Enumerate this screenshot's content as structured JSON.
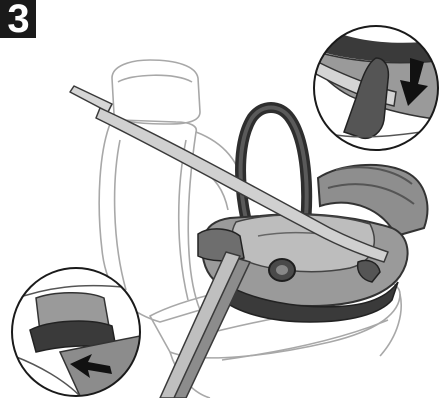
{
  "step": {
    "label": "3"
  },
  "colors": {
    "seat_outline": "#9a9a9a",
    "carrier_shell": "#8c8c8c",
    "carrier_dark": "#3a3a3a",
    "handle": "#333333",
    "belt": "#d4d4d4",
    "arrow": "#111111"
  },
  "icons": {
    "main": "infant-carrier-in-vehicle-seat",
    "detail_top": "belt-guide-hook-detail",
    "detail_bottom": "lap-belt-guide-detail",
    "arrow_top": "arrow-down-icon",
    "arrow_bottom": "arrow-right-icon"
  }
}
